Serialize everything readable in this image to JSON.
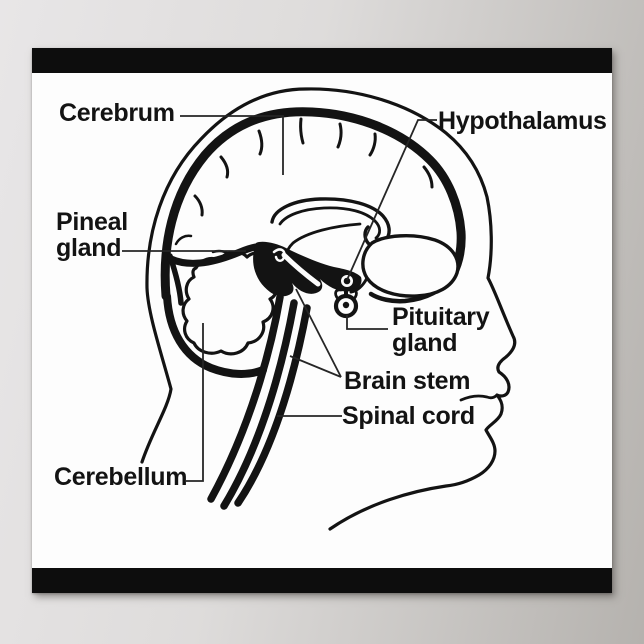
{
  "poster": {
    "paper_color": "#fdfdfd",
    "bar_color": "#0d0d0d",
    "ink_color": "#131313",
    "leader_line_color": "#262626"
  },
  "labels": {
    "cerebrum": "Cerebrum",
    "pineal_gland": "Pineal\ngland",
    "hypothalamus": "Hypothalamus",
    "pituitary_gland": "Pituitary\ngland",
    "brain_stem": "Brain stem",
    "spinal_cord": "Spinal cord",
    "cerebellum": "Cerebellum"
  }
}
